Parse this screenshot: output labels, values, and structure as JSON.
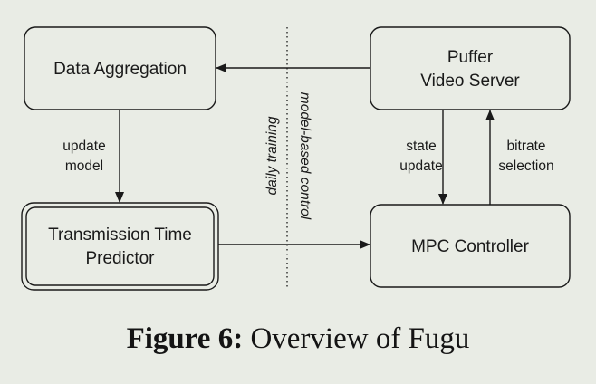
{
  "nodes": {
    "data_aggregation": {
      "label": "Data Aggregation"
    },
    "puffer_server": {
      "line1": "Puffer",
      "line2": "Video Server"
    },
    "predictor": {
      "line1": "Transmission Time",
      "line2": "Predictor"
    },
    "mpc_controller": {
      "label": "MPC Controller"
    }
  },
  "edges": {
    "update_model": {
      "line1": "update",
      "line2": "model"
    },
    "state_update": {
      "line1": "state",
      "line2": "update"
    },
    "bitrate_selection": {
      "line1": "bitrate",
      "line2": "selection"
    }
  },
  "divider": {
    "left_label": "daily training",
    "right_label": "model-based control"
  },
  "caption": {
    "figure": "Figure 6:",
    "text": "Overview of Fugu"
  }
}
